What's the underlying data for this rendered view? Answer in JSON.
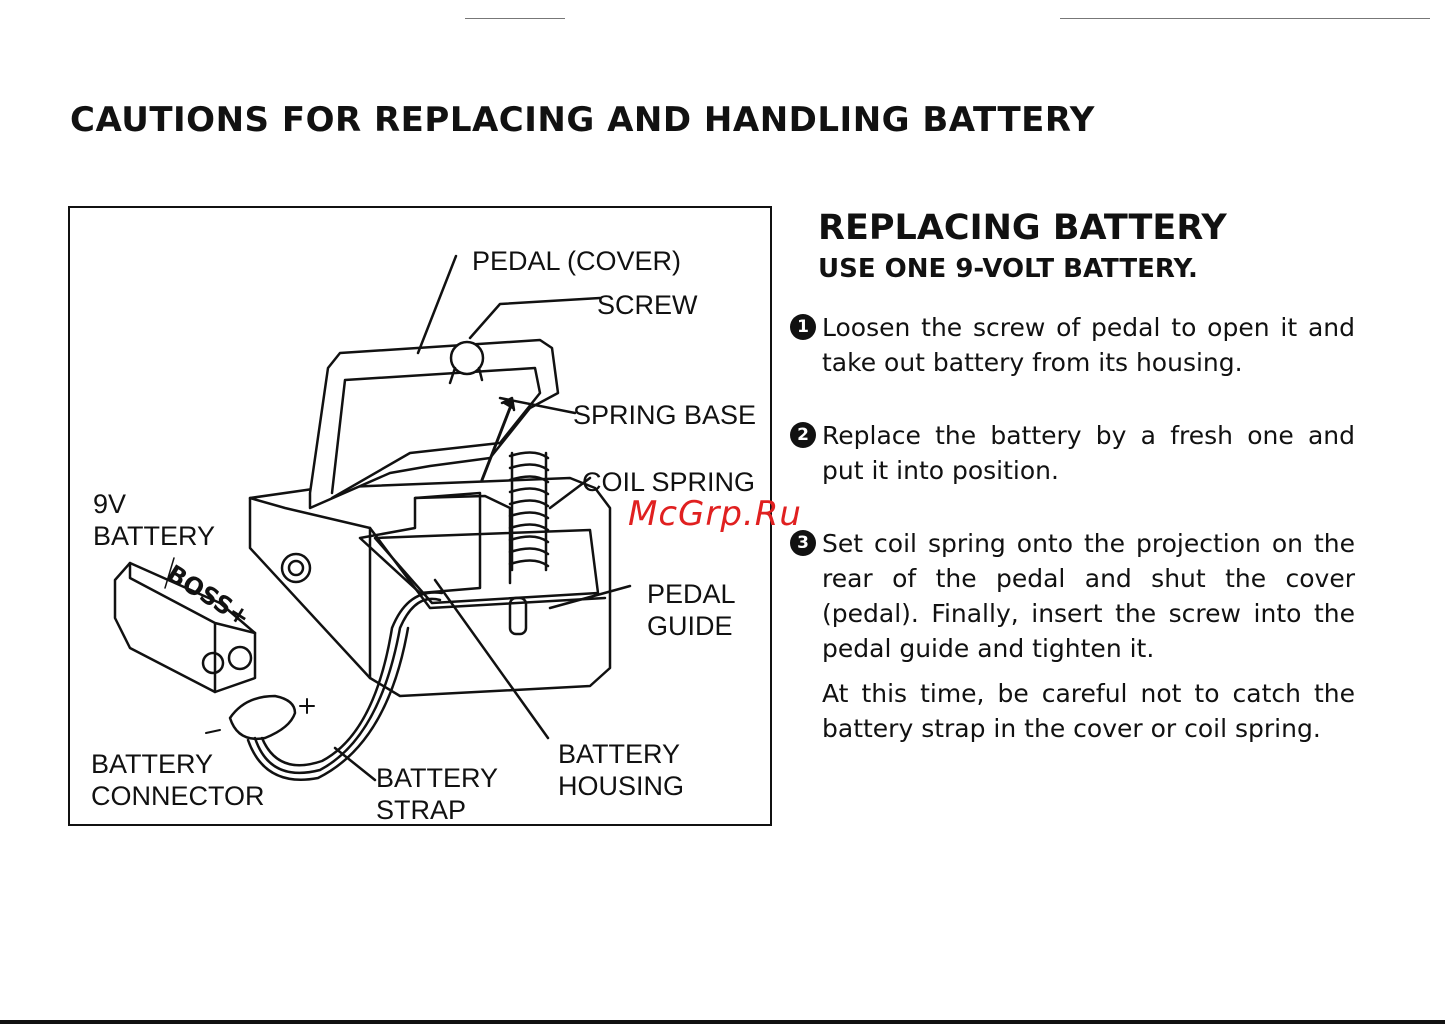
{
  "page": {
    "title": "CAUTIONS FOR REPLACING AND HANDLING BATTERY",
    "watermark": "McGrp.Ru"
  },
  "figure": {
    "labels": {
      "pedal_cover": "PEDAL (COVER)",
      "screw": "SCREW",
      "spring_base": "SPRING BASE",
      "coil_spring": "COIL SPRING",
      "battery_9v": "9V\nBATTERY",
      "pedal_guide": "PEDAL\nGUIDE",
      "battery_connector": "BATTERY\nCONNECTOR",
      "battery_strap": "BATTERY\nSTRAP",
      "battery_housing": "BATTERY\nHOUSING"
    },
    "battery_marking": "BOSS+"
  },
  "section": {
    "title": "REPLACING BATTERY",
    "subtitle": "USE ONE 9-VOLT BATTERY.",
    "steps": [
      {
        "number": "1",
        "text": "Loosen the screw of pedal to open it and take out battery from its housing."
      },
      {
        "number": "2",
        "text": "Replace the battery by a fresh one and put it into position."
      },
      {
        "number": "3",
        "text": "Set coil spring onto the projection on the rear of the pedal and shut the cover (pedal). Finally, insert the screw into the pedal guide and tighten it."
      }
    ],
    "note": "At this time, be careful not to catch the battery strap in the cover or coil spring."
  }
}
